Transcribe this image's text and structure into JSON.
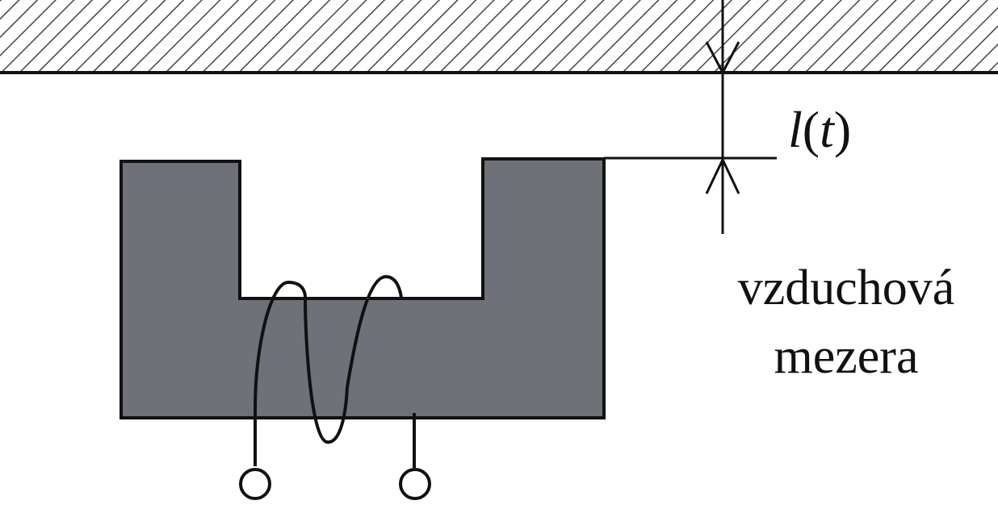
{
  "labels": {
    "gap_variable": "l",
    "gap_paren_open": "(",
    "gap_argument": "t",
    "gap_paren_close": ")",
    "air_gap_line1": "vzduchová",
    "air_gap_line2": "mezera"
  },
  "colors": {
    "core_fill": "#6e7177",
    "outline": "#111111",
    "hatch": "#444444",
    "background": "#ffffff"
  }
}
